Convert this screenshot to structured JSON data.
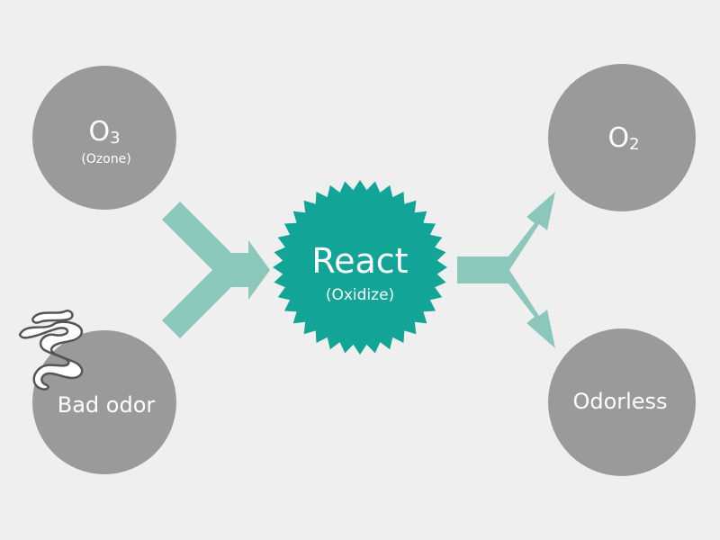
{
  "colors": {
    "background": "#efefef",
    "node_fill": "#9a9a9a",
    "reaction_fill": "#12a597",
    "arrow_fill": "#8cc7bb",
    "text": "#ffffff"
  },
  "nodes": {
    "ozone": {
      "formula": "O",
      "subscript": "3",
      "note": "(Ozone)"
    },
    "bad_odor": {
      "label": "Bad odor",
      "icon": "smell-fumes-icon"
    },
    "oxygen": {
      "formula": "O",
      "subscript": "2"
    },
    "odorless": {
      "label": "Odorless"
    }
  },
  "reaction": {
    "label": "React",
    "note": "(Oxidize)"
  }
}
